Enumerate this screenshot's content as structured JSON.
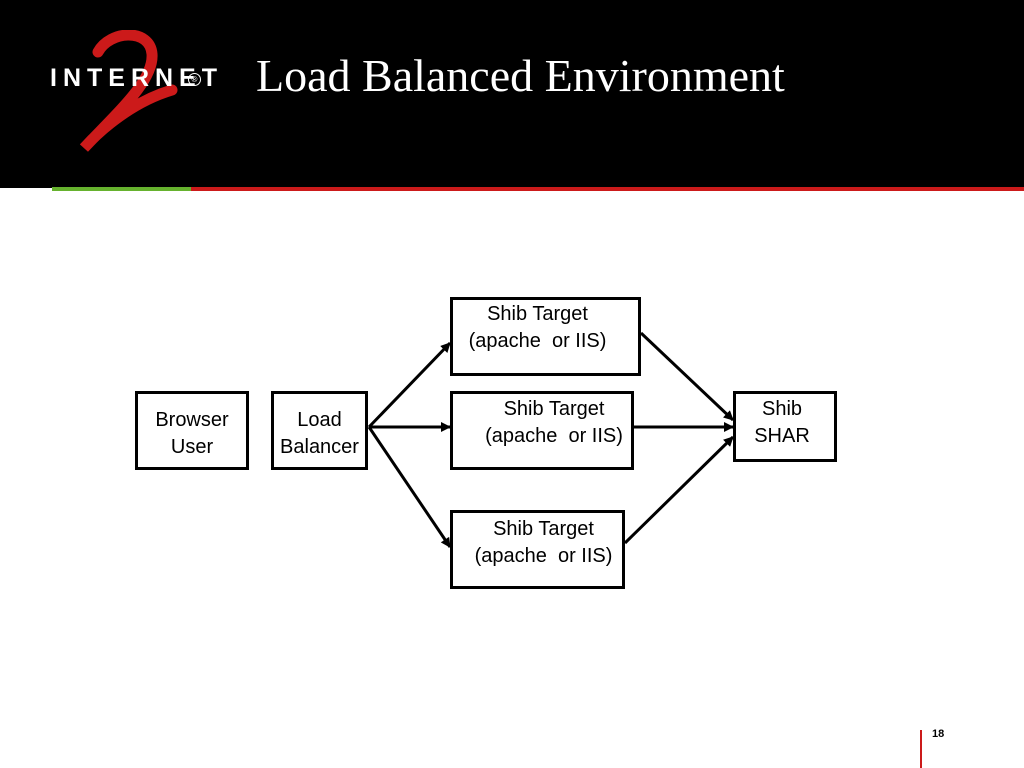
{
  "slide": {
    "title": "Load Balanced Environment",
    "page_number": "18"
  },
  "logo": {
    "word": "INTERNET",
    "numeral": "2",
    "registered_mark": "®"
  },
  "colors": {
    "header_background": "#000000",
    "accent_green": "#66b22e",
    "accent_red": "#cc1a1a",
    "logo_numeral": "#cc1a1a"
  },
  "diagram": {
    "nodes": {
      "browser_user": {
        "label": "Browser\nUser"
      },
      "load_balancer": {
        "label": "Load\nBalancer"
      },
      "target_top": {
        "label": "Shib Target\n(apache  or IIS)"
      },
      "target_middle": {
        "label": "Shib Target\n(apache  or IIS)"
      },
      "target_bottom": {
        "label": "Shib Target\n(apache  or IIS)"
      },
      "shar": {
        "label": "Shib\nSHAR"
      }
    },
    "edges": [
      {
        "from": "load_balancer",
        "to": "target_top",
        "arrow": true
      },
      {
        "from": "load_balancer",
        "to": "target_middle",
        "arrow": true
      },
      {
        "from": "load_balancer",
        "to": "target_bottom",
        "arrow": true
      },
      {
        "from": "target_top",
        "to": "shar",
        "arrow": true
      },
      {
        "from": "target_middle",
        "to": "shar",
        "arrow": true
      },
      {
        "from": "target_bottom",
        "to": "shar",
        "arrow": true
      }
    ]
  }
}
